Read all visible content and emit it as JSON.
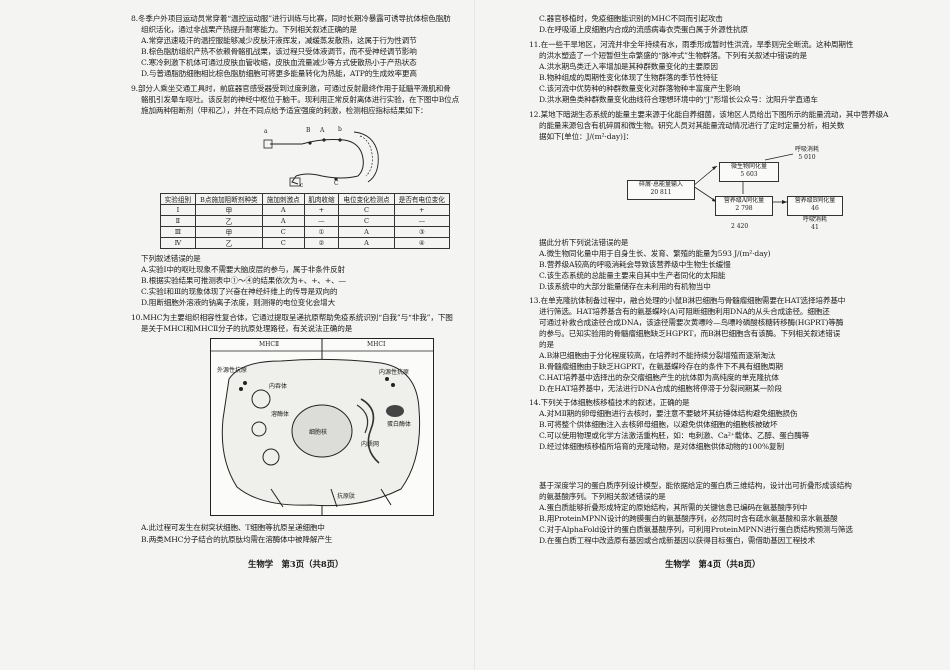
{
  "left": {
    "q8": {
      "stem1": "8.冬季户外项目运动员常穿着“温控运动服”进行训练与比赛，同时长期冷暴露可诱导抗体棕色脂肪",
      "stem2": "组织活化，通过非战栗产热提升耐寒能力。下列相关叙述正确的是",
      "A": "A.常穿迅速吸汗的温控服能够减少皮肤汗液挥发，减缓蒸发散热，这属于行为性调节",
      "B": "B.棕色脂肪组织产热不依赖骨骼肌战栗，该过程只受体液调节，而不受神经调节影响",
      "C": "C.寒冷刺激下机体可通过皮肤血管收缩，皮肤血流量减少等方式使散热小于产热状态",
      "D": "D.与普通脂肪细胞相比棕色脂肪细胞可将更多能量转化为热能，ATP的生成效率更高"
    },
    "q9": {
      "stem1": "9.部分人乘坐交通工具时，前庭器官感受器受到过度刺激，可通过反射最终作用于延髓平滑肌和骨",
      "stem2": "骼肌引发晕车呕吐。该反射的神经中枢位于脑干。现利用正常反射离体进行实验，在下图中B位点",
      "stem3": "施加两种阻断剂（甲和乙），并在不同点给予适宜强度的刺激，检测相应指标结果如下：",
      "diagram_labels": [
        "a",
        "B",
        "A",
        "b",
        "C",
        "c"
      ],
      "table_headers": [
        "实验组别",
        "B点施加阻断剂种类",
        "施加刺激点",
        "肌肉收缩",
        "电位变化检测点",
        "是否有电位变化"
      ],
      "table_rows": [
        [
          "Ⅰ",
          "甲",
          "A",
          "+",
          "C",
          "+"
        ],
        [
          "Ⅱ",
          "乙",
          "A",
          "—",
          "C",
          "—"
        ],
        [
          "Ⅲ",
          "甲",
          "C",
          "①",
          "A",
          "③"
        ],
        [
          "Ⅳ",
          "乙",
          "C",
          "②",
          "A",
          "④"
        ]
      ],
      "after": "下列叙述错误的是",
      "A": "A.实验Ⅰ中的呕吐现象不需要大脑皮层的参与，属于非条件反射",
      "B": "B.根据实验结果可推测表中①～④的结果依次为+、+、+、—",
      "C": "C.实验Ⅰ和Ⅲ的现象体现了兴奋在神经纤维上的传导是双向的",
      "D": "D.阻断细胞外溶液的钠离子浓度，则测得的电位变化会增大"
    },
    "q10": {
      "stem1": "10.MHC为主要组织相容性复合体，它通过提取呈递抗原帮助免疫系统识别“自我”与“非我”，下图",
      "stem2": "是关于MHCⅠ和MHCⅡ分子的抗原处理路径，有关说法正确的是",
      "mhc2": "MHCⅡ",
      "mhc1": "MHCⅠ",
      "labels": [
        "外源性抗原",
        "内吞体",
        "溶酶体",
        "细胞核",
        "内质网",
        "内源性抗原",
        "蛋白酶体",
        "抗原肽"
      ],
      "A": "A.此过程可发生在树突状细胞、T细胞等抗原呈递细胞中",
      "B": "B.两类MHC分子结合的抗原肽均需在溶酶体中被降解产生"
    },
    "footer": "生物学　第3页（共8页）"
  },
  "right": {
    "q10cont": {
      "C": "C.器官移植时，免疫细胞能识别的MHC不同而引起攻击",
      "D": "D.在呼吸道上皮细胞内合成的流感病毒衣壳蛋白属于外源性抗原"
    },
    "q11": {
      "stem1": "11.在一些干旱地区，河流并非全年持续有水，雨季形成暂时性洪流，旱季则完全断流。这种周期性",
      "stem2": "的洪水塑造了一个短暂但生命繁盛的“脉冲式”生物群落。下列有关叙述中错误的是",
      "A": "A.洪水期鸟类迁入率增加是其种群数量变化的主要原因",
      "B": "B.物种组成的周期性变化体现了生物群落的季节性特征",
      "C": "C.该河流中优势种的种群数量变化对群落物种丰富度产生影响",
      "D": "D.洪水期鱼类种群数量变化曲线符合理想环境中的“J”形增长公众号：沈阳升学直通车"
    },
    "q12": {
      "stem1": "12.某地下暗湖生态系统的能量主要来源于化能自养细菌，该地区人员给出下图所示的能量流动，其中营养级A",
      "stem2": "的能量来源包含有机碎屑和微生物。研究人员对其能量流动情况进行了定时定量分析，相关数",
      "stem3": "据如下[单位：J/(m²·day)]：",
      "fig": {
        "detritus": "碎屑·总能量输入",
        "detritus_val": "20 811",
        "micro": "微生物同化量",
        "micro_val": "5 603",
        "resp1": "呼吸消耗",
        "resp1_val": "5 010",
        "levA": "营养级A同化量",
        "levA_val": "2 798",
        "levB": "营养级B同化量",
        "levB_val": "46",
        "resp2_val": "2 420",
        "resp3": "呼吸消耗",
        "resp3_val": "41"
      },
      "after": "据此分析下列说法错误的是",
      "A": "A.微生物同化量中用于自身生长、发育、繁殖的能量为593 J/(m²·day)",
      "B": "B.营养级A较高的呼吸消耗会导致该营养级中生物生长缓慢",
      "C": "C.该生态系统的总能量主要来自其中生产者同化的太阳能",
      "D": "D.该系统中的大部分能量储存在未利用的有机物当中"
    },
    "q13": {
      "stem1": "13.在单克隆抗体制备过程中，融合处理的小鼠B淋巴细胞与骨髓瘤细胞需要在HAT选择培养基中",
      "stem2": "进行筛选。HAT培养基含有的氨基蝶呤(A)可阻断细胞利用DNA的从头合成途径。细胞还",
      "stem3": "可通过补救合成途径合成DNA，该途径需要次黄嘌呤—鸟嘌呤磷酸核糖转移酶(HGPRT)等酶",
      "stem4": "的参与。已知实验用的骨髓瘤细胞缺乏HGPRT，而B淋巴细胞含有该酶。下列相关叙述错误",
      "stem5": "的是",
      "A": "A.B淋巴细胞由于分化程度较高，在培养时不能持续分裂增殖而逐渐淘汰",
      "B": "B.骨髓瘤细胞由于缺乏HGPRT，在氨基蝶呤存在的条件下不具有细胞周期",
      "C": "C.HAT培养基中选择出的杂交瘤细胞产生的抗体即为高纯度的单克隆抗体",
      "D": "D.在HAT培养基中，无法进行DNA合成的细胞将停滞于分裂间期某一阶段"
    },
    "q14": {
      "stem": "14.下列关于体细胞核移植技术的叙述，正确的是",
      "A": "A.对MⅡ期的卵母细胞进行去核时，要注意不要破坏其纺锤体结构避免细胞损伤",
      "B": "B.可将整个供体细胞注入去核卵母细胞，以避免供体细胞的细胞核被破坏",
      "C": "C.可以使用物理或化学方法激活重构胚，如：电刺激、Ca²⁺载体、乙醇、蛋白酶等",
      "D": "D.经过体细胞核移植所培育的克隆动物，是对体细胞供体动物的100%复制"
    },
    "q15": {
      "stem1": "基于深度学习的蛋白质序列设计模型，能依据给定的蛋白质三维结构，设计出可折叠形成该结构",
      "stem2": "的氨基酸序列。下列相关叙述错误的是",
      "A": "A.蛋白质能够折叠形成特定的原始结构，其所需的关键信息已编码在氨基酸序列中",
      "B": "B.用ProteinMPNN设计的跨膜蛋白的氨基酸序列，必然同时含有疏水氨基酸和亲水氨基酸",
      "C": "C.对于AlphaFold设计的蛋白质氨基酸序列，可利用ProteinMPNN进行蛋白质结构预测与筛选",
      "D": "D.在蛋白质工程中改造原有基因或合成新基因以获得目标蛋白，需借助基因工程技术"
    },
    "footer": "生物学　第4页（共8页）"
  }
}
